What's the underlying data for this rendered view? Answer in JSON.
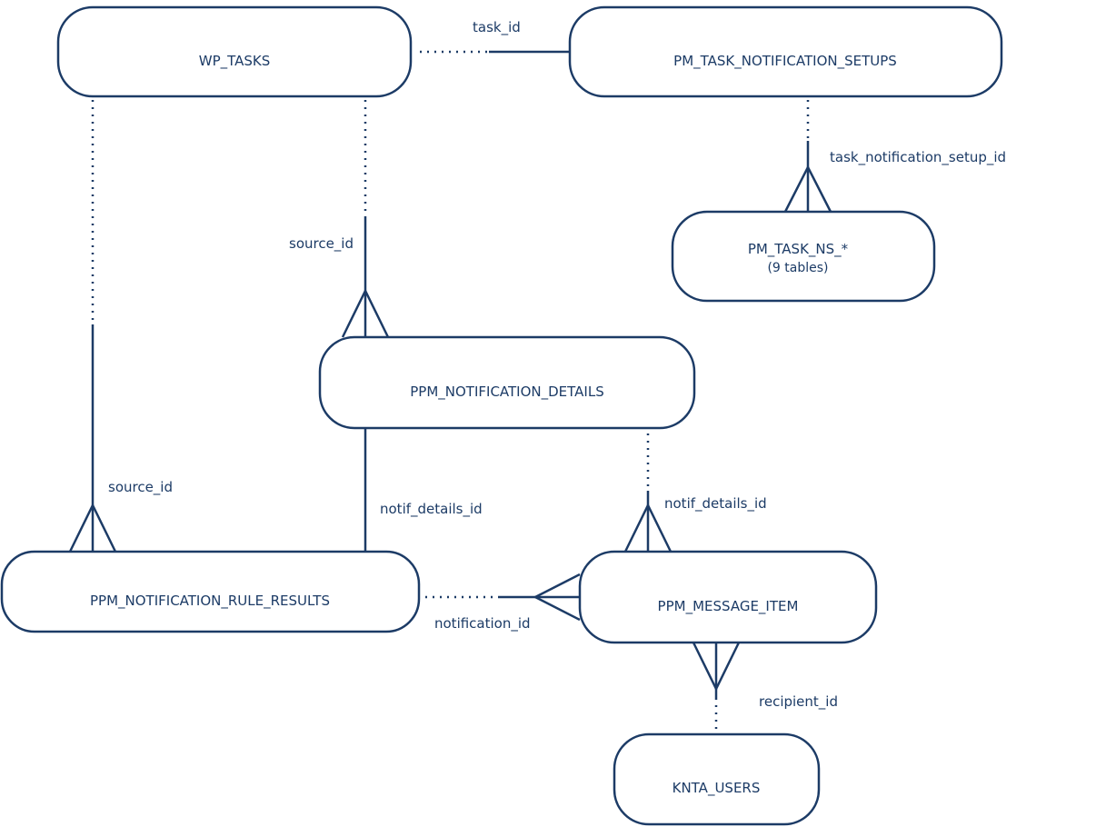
{
  "entities": {
    "wp_tasks": {
      "name": "WP_TASKS"
    },
    "pm_task_notification_setups": {
      "name": "PM_TASK_NOTIFICATION_SETUPS"
    },
    "pm_task_ns": {
      "name": "PM_TASK_NS_*",
      "subtitle": "(9 tables)"
    },
    "ppm_notification_details": {
      "name": "PPM_NOTIFICATION_DETAILS"
    },
    "ppm_notification_rule_results": {
      "name": "PPM_NOTIFICATION_RULE_RESULTS"
    },
    "ppm_message_item": {
      "name": "PPM_MESSAGE_ITEM"
    },
    "knta_users": {
      "name": "KNTA_USERS"
    }
  },
  "relationships": {
    "task_id": {
      "label": "task_id"
    },
    "task_notification_setup_id": {
      "label": "task_notification_setup_id"
    },
    "source_id_details": {
      "label": "source_id"
    },
    "source_id_rule_results": {
      "label": "source_id"
    },
    "notif_details_id_rule_results": {
      "label": "notif_details_id"
    },
    "notif_details_id_message_item": {
      "label": "notif_details_id"
    },
    "notification_id": {
      "label": "notification_id"
    },
    "recipient_id": {
      "label": "recipient_id"
    }
  },
  "colors": {
    "stroke": "#1c3b66",
    "background": "#ffffff"
  }
}
